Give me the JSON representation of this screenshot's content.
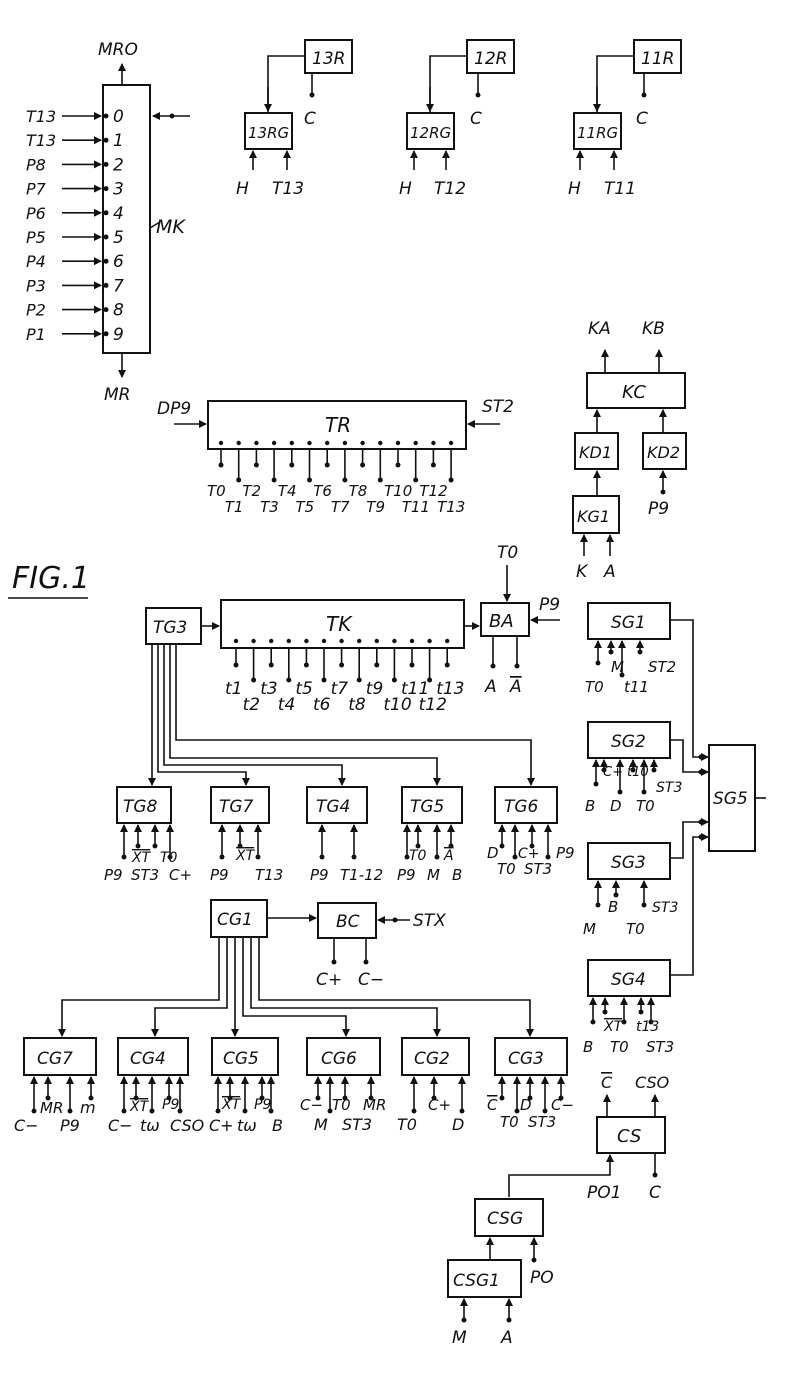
{
  "figure_label": "FIG.1",
  "mk": {
    "name": "MK",
    "top_signal": "MRO",
    "bottom_signal": "MR",
    "pins": [
      "0",
      "1",
      "2",
      "3",
      "4",
      "5",
      "6",
      "7",
      "8",
      "9"
    ],
    "inputs": [
      "T13",
      "T13",
      "P8",
      "P7",
      "P6",
      "P5",
      "P4",
      "P3",
      "P2",
      "P1"
    ]
  },
  "r13": {
    "reg": "13R",
    "rg": "13RG",
    "c": "C",
    "h": "H",
    "t": "T13"
  },
  "r12": {
    "reg": "12R",
    "rg": "12RG",
    "c": "C",
    "h": "H",
    "t": "T12"
  },
  "r11": {
    "reg": "11R",
    "rg": "11RG",
    "c": "C",
    "h": "H",
    "t": "T11"
  },
  "kc": {
    "kc": "KC",
    "ka": "KA",
    "kb": "KB",
    "kd1": "KD1",
    "kd2": "KD2",
    "kg1": "KG1",
    "p9": "P9",
    "k": "K",
    "a": "A"
  },
  "tr": {
    "name": "TR",
    "left_in": "DP9",
    "right_in": "ST2",
    "outputs": [
      "T0",
      "T1",
      "T2",
      "T3",
      "T4",
      "T5",
      "T6",
      "T7",
      "T8",
      "T9",
      "T10",
      "T11",
      "T12",
      "T13"
    ]
  },
  "tk": {
    "name": "TK",
    "tg3": "TG3",
    "outputs": [
      "t1",
      "t2",
      "t3",
      "t4",
      "t5",
      "t6",
      "t7",
      "t8",
      "t9",
      "t10",
      "t11",
      "t12",
      "t13"
    ]
  },
  "ba": {
    "name": "BA",
    "t0": "T0",
    "p9": "P9",
    "a": "A",
    "abar": "A"
  },
  "tg": [
    {
      "name": "TG8",
      "labels": [
        "XT",
        "T0",
        "P9",
        "ST3",
        "C+"
      ]
    },
    {
      "name": "TG7",
      "labels": [
        "XT",
        "P9",
        "T13"
      ]
    },
    {
      "name": "TG4",
      "labels": [
        "P9",
        "T1-12"
      ]
    },
    {
      "name": "TG5",
      "labels": [
        "T0",
        "A",
        "P9",
        "M",
        "B"
      ]
    },
    {
      "name": "TG6",
      "labels": [
        "D",
        "C+",
        "P9",
        "T0",
        "ST3"
      ]
    }
  ],
  "sg": {
    "sg1": {
      "name": "SG1",
      "labels": [
        "M",
        "ST2",
        "T0",
        "t11"
      ]
    },
    "sg2": {
      "name": "SG2",
      "labels": [
        "C+",
        "t10",
        "ST3",
        "B",
        "D",
        "T0"
      ]
    },
    "sg3": {
      "name": "SG3",
      "labels": [
        "B",
        "ST3",
        "M",
        "T0"
      ]
    },
    "sg4": {
      "name": "SG4",
      "labels": [
        "XT",
        "t13",
        "B",
        "T0",
        "ST3"
      ]
    },
    "sg5": "SG5"
  },
  "cg1": {
    "name": "CG1",
    "bc": "BC",
    "stx": "STX",
    "cplus": "C+",
    "cminus": "C−"
  },
  "cg": [
    {
      "name": "CG7",
      "labels": [
        "MR",
        "m",
        "C−",
        "P9"
      ]
    },
    {
      "name": "CG4",
      "labels": [
        "XT",
        "P9",
        "C−",
        "tω",
        "CSO"
      ]
    },
    {
      "name": "CG5",
      "labels": [
        "XT",
        "P9",
        "C+",
        "tω",
        "B"
      ]
    },
    {
      "name": "CG6",
      "labels": [
        "C−",
        "T0",
        "MR",
        "M",
        "ST3"
      ]
    },
    {
      "name": "CG2",
      "labels": [
        "C+",
        "T0",
        "D"
      ]
    },
    {
      "name": "CG3",
      "labels": [
        "C",
        "D",
        "C−",
        "T0",
        "ST3"
      ]
    }
  ],
  "cs": {
    "name": "CS",
    "cbar": "C",
    "cso": "CSO",
    "po1": "PO1",
    "c": "C"
  },
  "csg": {
    "name": "CSG",
    "po": "PO"
  },
  "csg1": {
    "name": "CSG1",
    "m": "M",
    "a": "A"
  }
}
